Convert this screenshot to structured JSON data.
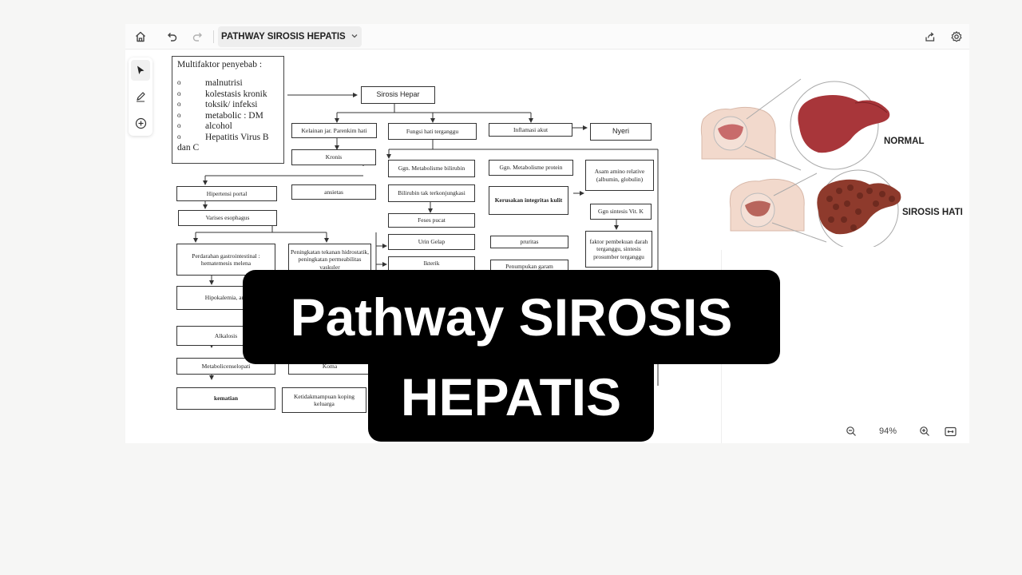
{
  "topbar": {
    "title": "PATHWAY SIROSIS HEPATIS",
    "icons": [
      "home-icon",
      "undo-icon",
      "redo-icon",
      "chevron-down-icon",
      "share-icon",
      "gear-icon"
    ]
  },
  "toolbar": {
    "tools": [
      "pointer-icon",
      "pen-icon",
      "add-circle-icon"
    ]
  },
  "diagram": {
    "causes_title": "Multifaktor penyebab :",
    "causes": [
      "malnutrisi",
      "kolestasis kronik",
      "toksik/ infeksi",
      "metabolic : DM",
      "alcohol",
      "Hepatitis Virus B"
    ],
    "causes_tail": "dan C",
    "bullet": "o",
    "nodes": {
      "sirosis_hepar": "Sirosis Hepar",
      "kelainan": "Kelainan jar. Parenkim hati",
      "fungsi": "Fungsi hati terganggu",
      "inflamasi": "Inflamasi akut",
      "nyeri": "Nyeri",
      "kronis": "Kronis",
      "gg_bilirubin": "Ggn. Metabolisme bilirubin",
      "gg_protein": "Ggn. Metabolisme protein",
      "asam_amino": "Asam amino relative (albumin, globulin)",
      "hipertensi": "Hipertensi portal",
      "asites": "ansietas",
      "bilirubin_tak": "Bilirubin tak terkonjungkasi",
      "kerusakan": "Kerusakan integritas kulit",
      "gg_sintesis": "Ggn sintesis Vit. K",
      "varises": "Varises esophagus",
      "feses": "Feses pucat",
      "urin": "Urin Gelap",
      "pruritas": "pruritas",
      "faktor": "faktor pembekuan darah terganggu, sintesis prosumber terganggu",
      "perdarahan": "Perdarahan gastrointestinal : hematemesis melena",
      "peningkatan": "Peningkatan tekanan hidrostatik, peningkatan permeabilitas vaskuler",
      "ikterik": "Ikterik",
      "penumpukan": "Penumpukan garam",
      "hipokalemia": "Hipokalemia, ans",
      "alkalosis": "Alkalosis",
      "metabolic": "Metabolicenselopati",
      "koma": "Koma",
      "kematian": "kematian",
      "ketidakmampuan": "Ketidakmampuan koping keluarga"
    },
    "illustration": {
      "normal_label": "NORMAL",
      "sirosis_label": "SIROSIS HATI",
      "colors": {
        "liver_normal": "#a8363a",
        "liver_cirrhosis": "#8e3a2c",
        "skin": "#f2d9cc"
      }
    }
  },
  "zoom": {
    "level": "94%",
    "icons": [
      "zoom-out-icon",
      "zoom-in-icon",
      "fit-width-icon"
    ]
  },
  "overlay": {
    "line1": "Pathway SIROSIS",
    "line2": "HEPATIS"
  }
}
